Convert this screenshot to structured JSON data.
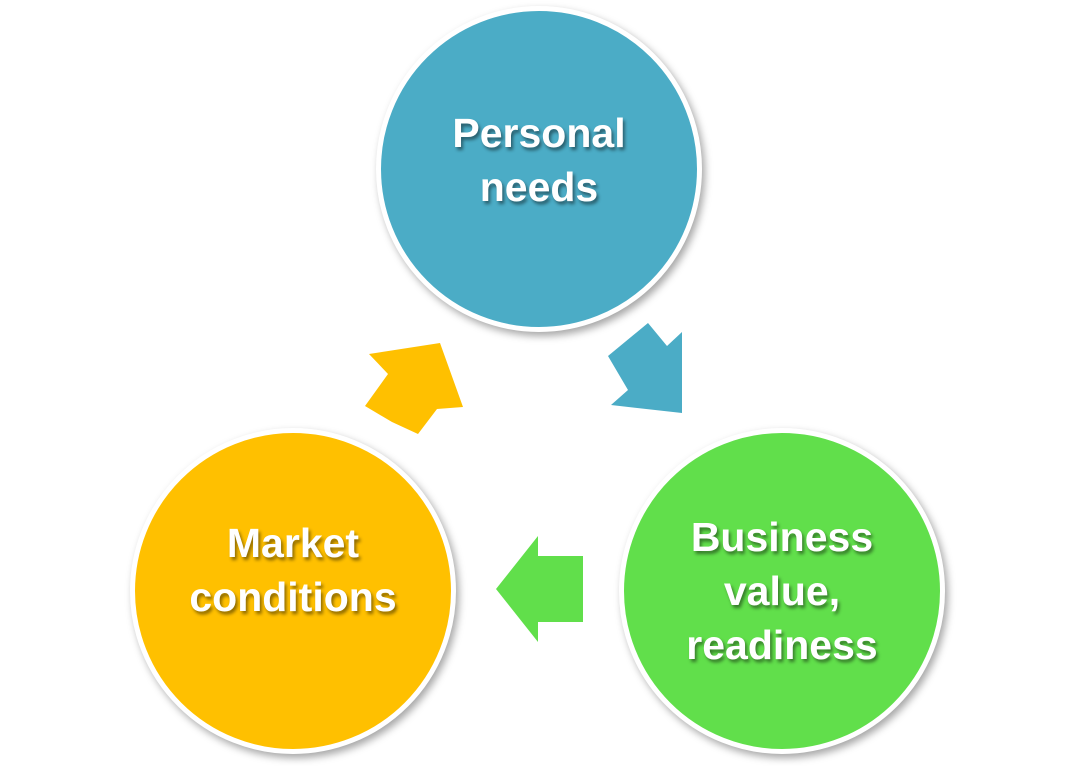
{
  "cycle": {
    "nodes": [
      {
        "label": "Personal\nneeds",
        "color": "#4BACC6"
      },
      {
        "label": "Business\nvalue,\nreadiness",
        "color": "#61DF4B"
      },
      {
        "label": "Market\nconditions",
        "color": "#FFC000"
      }
    ],
    "arrows": [
      {
        "from": "Personal needs",
        "to": "Business value, readiness",
        "color": "#4BACC6",
        "icon": "arrow-icon"
      },
      {
        "from": "Business value, readiness",
        "to": "Market conditions",
        "color": "#61DF4B",
        "icon": "arrow-icon"
      },
      {
        "from": "Market conditions",
        "to": "Personal needs",
        "color": "#FFC000",
        "icon": "arrow-icon"
      }
    ]
  }
}
